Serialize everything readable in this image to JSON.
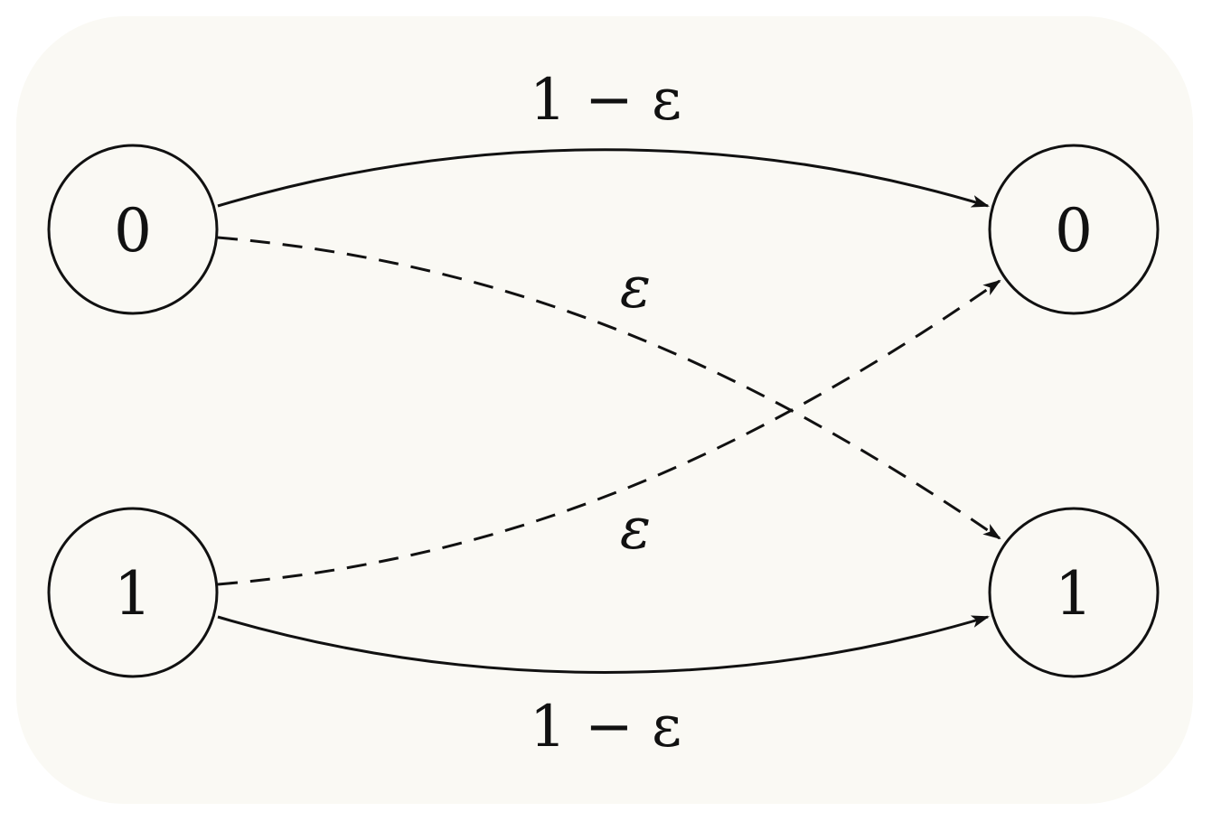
{
  "colors": {
    "panel_background": "#faf9f4",
    "stroke": "#111111"
  },
  "nodes": {
    "input_0": {
      "label": "0"
    },
    "input_1": {
      "label": "1"
    },
    "output_0": {
      "label": "0"
    },
    "output_1": {
      "label": "1"
    }
  },
  "edges": {
    "e_0_0": {
      "label": "1 − ε",
      "style": "solid"
    },
    "e_0_1": {
      "label": "ε",
      "style": "dashed"
    },
    "e_1_0": {
      "label": "ε",
      "style": "dashed"
    },
    "e_1_1": {
      "label": "1 − ε",
      "style": "solid"
    }
  }
}
